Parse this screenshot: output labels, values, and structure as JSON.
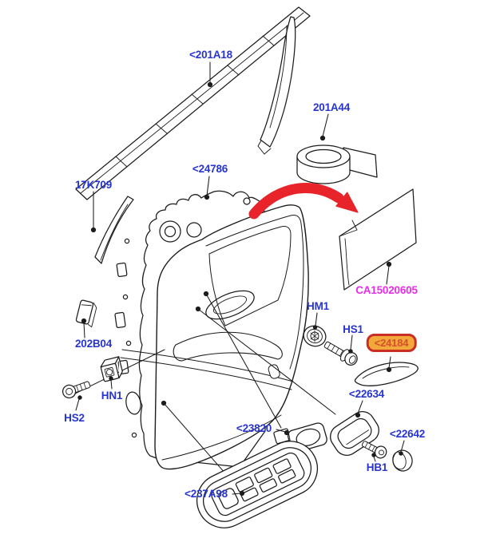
{
  "diagram": {
    "description": "Exploded parts diagram of a front door trim panel assembly",
    "colors": {
      "background": "#ffffff",
      "line": "#1c1c1c",
      "part_label_blue": "#2734cf",
      "reference_label_magenta": "#e62ee6",
      "direction_arrow_red": "#e8232a",
      "highlight_fill": "#f2a83a",
      "highlight_border": "#c92d23",
      "highlight_text": "#d4502a"
    },
    "labels": [
      {
        "id": "201A18",
        "text": "<201A18",
        "style": "blue"
      },
      {
        "id": "201A44",
        "text": "201A44",
        "style": "blue"
      },
      {
        "id": "17K709",
        "text": "17K709",
        "style": "blue"
      },
      {
        "id": "24786",
        "text": "<24786",
        "style": "blue"
      },
      {
        "id": "CA15020605",
        "text": "CA15020605",
        "style": "magenta"
      },
      {
        "id": "202B04",
        "text": "202B04",
        "style": "blue"
      },
      {
        "id": "HM1",
        "text": "HM1",
        "style": "blue"
      },
      {
        "id": "HS1",
        "text": "HS1",
        "style": "blue"
      },
      {
        "id": "24184",
        "text": "<24184",
        "style": "highlighted",
        "note": "selected part"
      },
      {
        "id": "HN1",
        "text": "HN1",
        "style": "blue"
      },
      {
        "id": "HS2",
        "text": "HS2",
        "style": "blue"
      },
      {
        "id": "22634",
        "text": "<22634",
        "style": "blue"
      },
      {
        "id": "23820",
        "text": "<23820",
        "style": "blue"
      },
      {
        "id": "22642",
        "text": "<22642",
        "style": "blue"
      },
      {
        "id": "HB1",
        "text": "HB1",
        "style": "blue"
      },
      {
        "id": "237A98",
        "text": "<237A98",
        "style": "blue"
      }
    ]
  }
}
